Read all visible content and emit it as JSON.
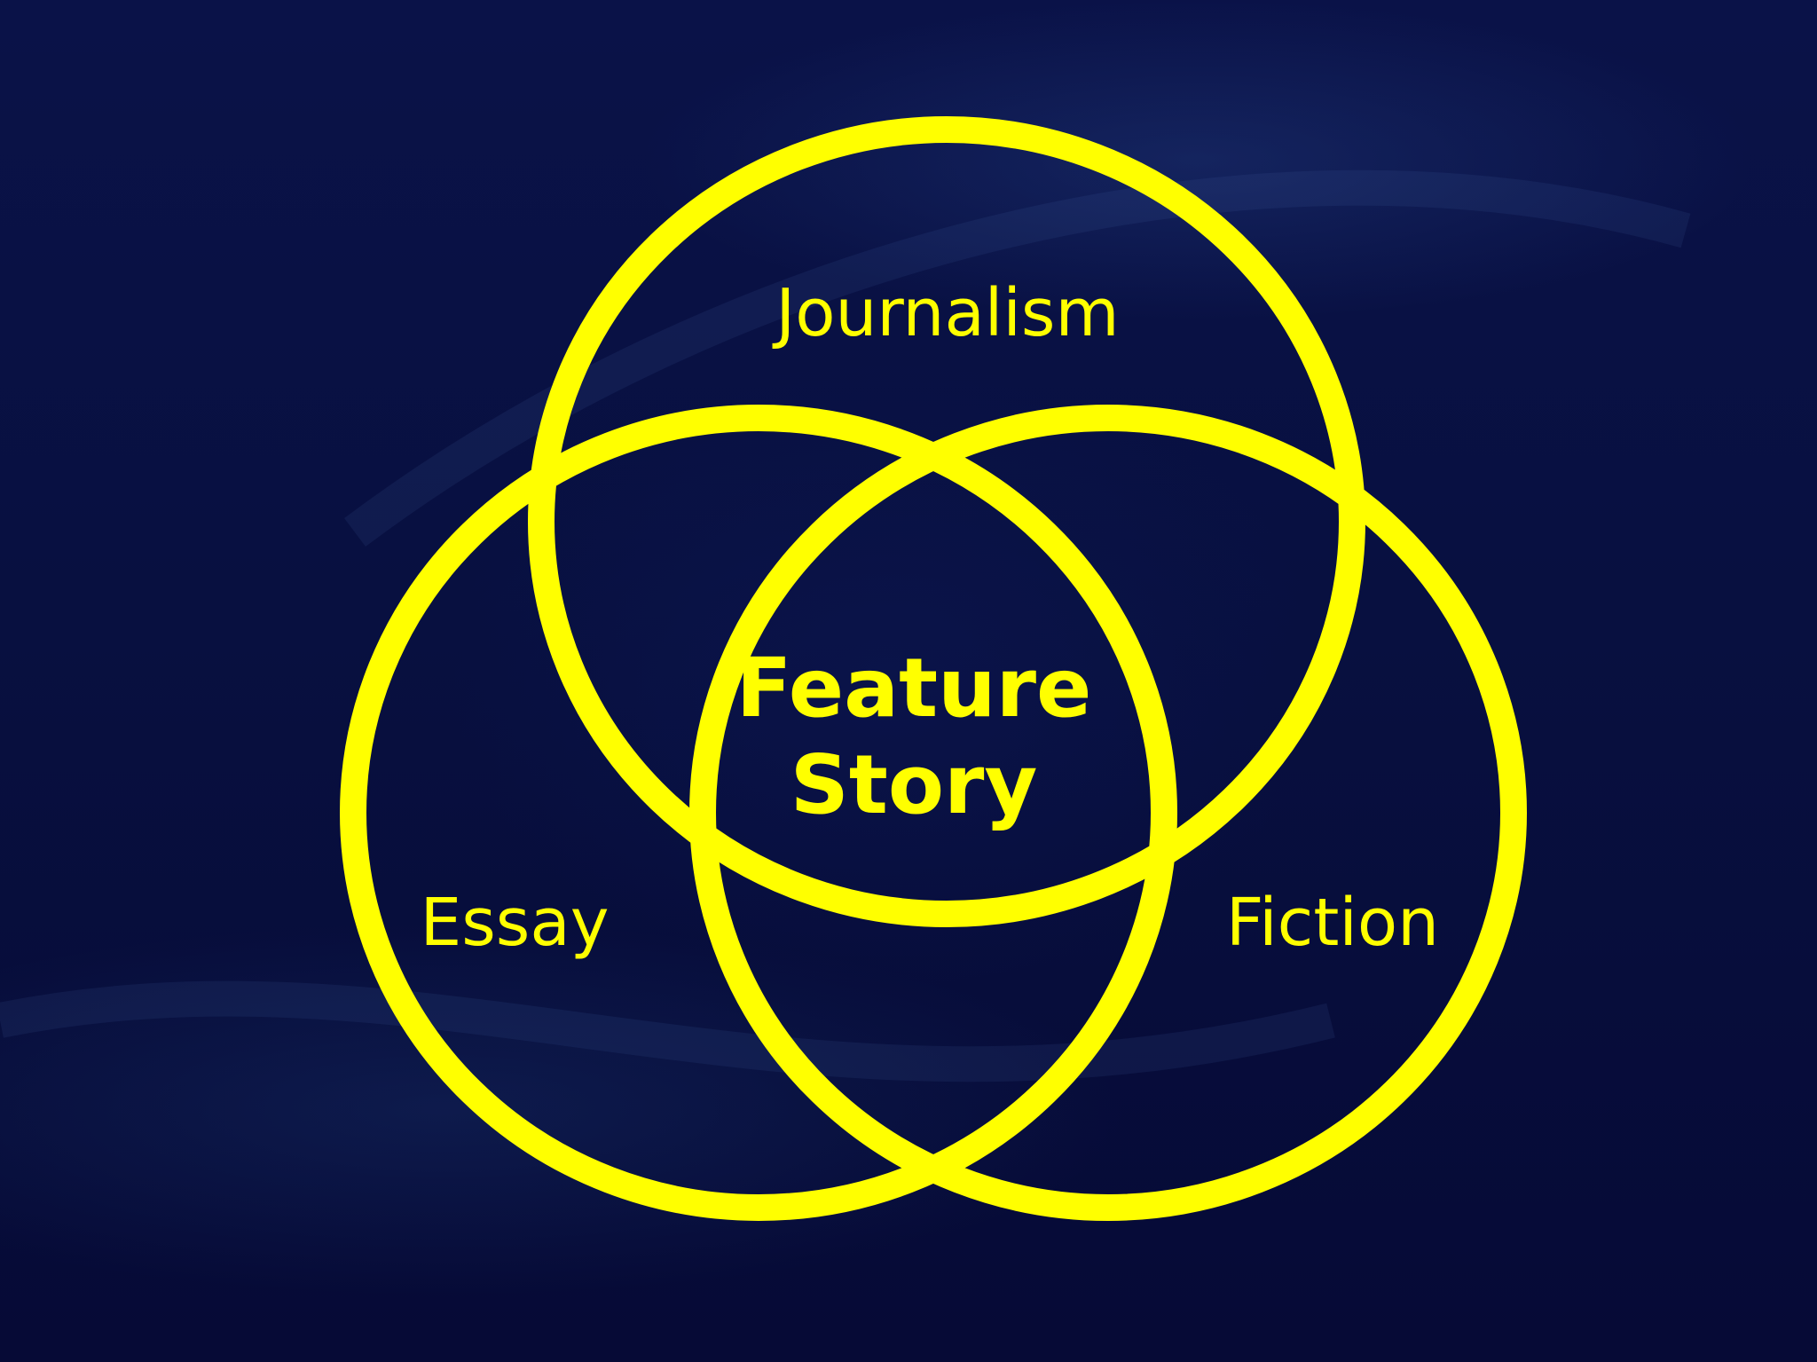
{
  "diagram": {
    "sets": [
      {
        "id": "journalism",
        "label": "Journalism"
      },
      {
        "id": "essay",
        "label": "Essay"
      },
      {
        "id": "fiction",
        "label": "Fiction"
      }
    ],
    "intersection": {
      "line1": "Feature",
      "line2": "Story"
    },
    "ring_color": "#ffff00",
    "background_color": "#07093a"
  }
}
